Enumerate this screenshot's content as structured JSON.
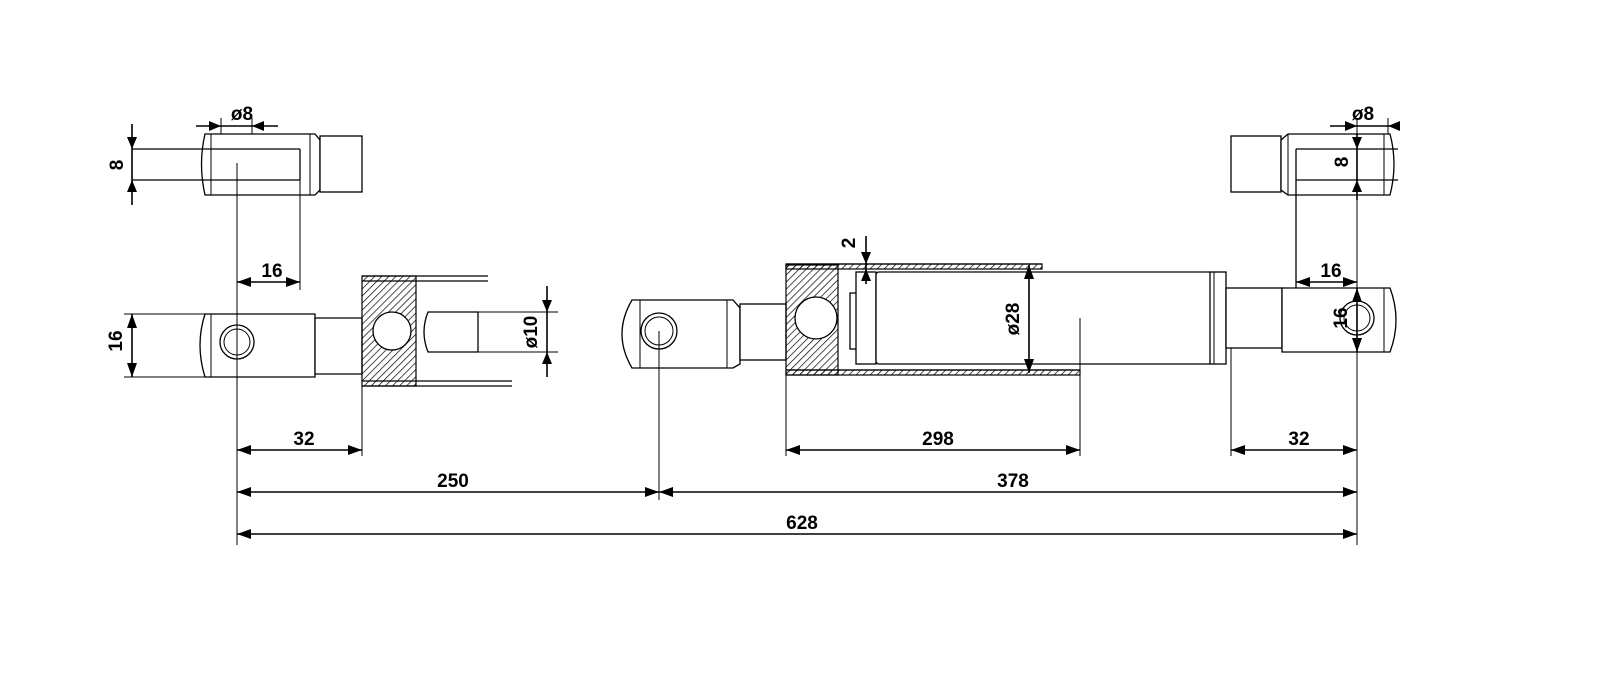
{
  "dimensions": {
    "left_fork_pin_dia": "ø8",
    "left_fork_slot": "8",
    "left_fork_hole_offset": "16",
    "left_eye_height": "16",
    "left_rod_end_length": "32",
    "rod_dia": "ø10",
    "wall_thickness": "2",
    "cylinder_dia": "ø28",
    "stroke_length": "298",
    "right_fork_pin_dia": "ø8",
    "right_fork_slot": "8",
    "right_fork_hole_offset": "16",
    "right_eye_height": "16",
    "right_rod_end_length": "32",
    "extended_offset": "250",
    "retracted_length": "378",
    "extended_length": "628"
  }
}
